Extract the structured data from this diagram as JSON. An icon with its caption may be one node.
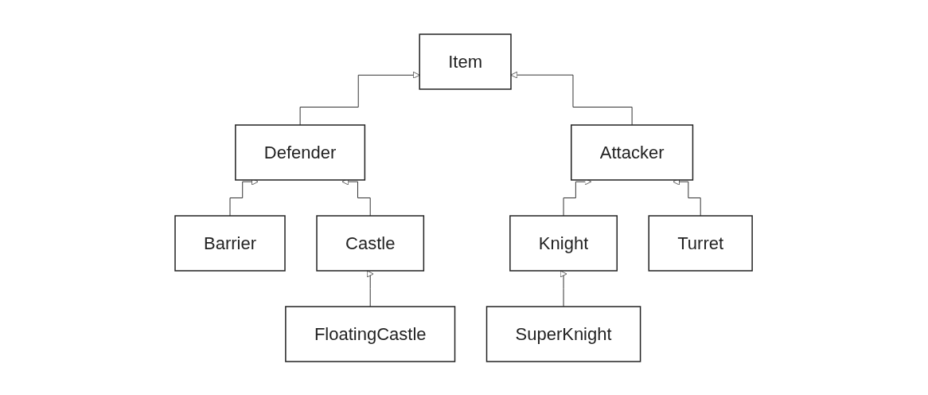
{
  "diagram": {
    "nodes": [
      {
        "text": [
          "Item"
        ]
      },
      {
        "text": [
          "Defender"
        ]
      },
      {
        "text": [
          "Attacker"
        ]
      },
      {
        "text": [
          "Barrier"
        ]
      },
      {
        "text": [
          "Castle"
        ]
      },
      {
        "text": [
          "Knight"
        ]
      },
      {
        "text": [
          "Turret"
        ]
      },
      {
        "text": [
          "FloatingCastle"
        ]
      },
      {
        "text": [
          "SuperKnight"
        ]
      }
    ],
    "edges": [
      {
        "from": 1,
        "to": 0,
        "arrow": "to"
      },
      {
        "from": 2,
        "to": 0,
        "arrow": "to"
      },
      {
        "from": 3,
        "to": 1,
        "arrow": "to"
      },
      {
        "from": 4,
        "to": 1,
        "arrow": "to"
      },
      {
        "from": 5,
        "to": 2,
        "arrow": "to"
      },
      {
        "from": 6,
        "to": 2,
        "arrow": "to"
      },
      {
        "from": 7,
        "to": 4,
        "arrow": "to"
      },
      {
        "from": 8,
        "to": 5,
        "arrow": "to"
      }
    ]
  }
}
